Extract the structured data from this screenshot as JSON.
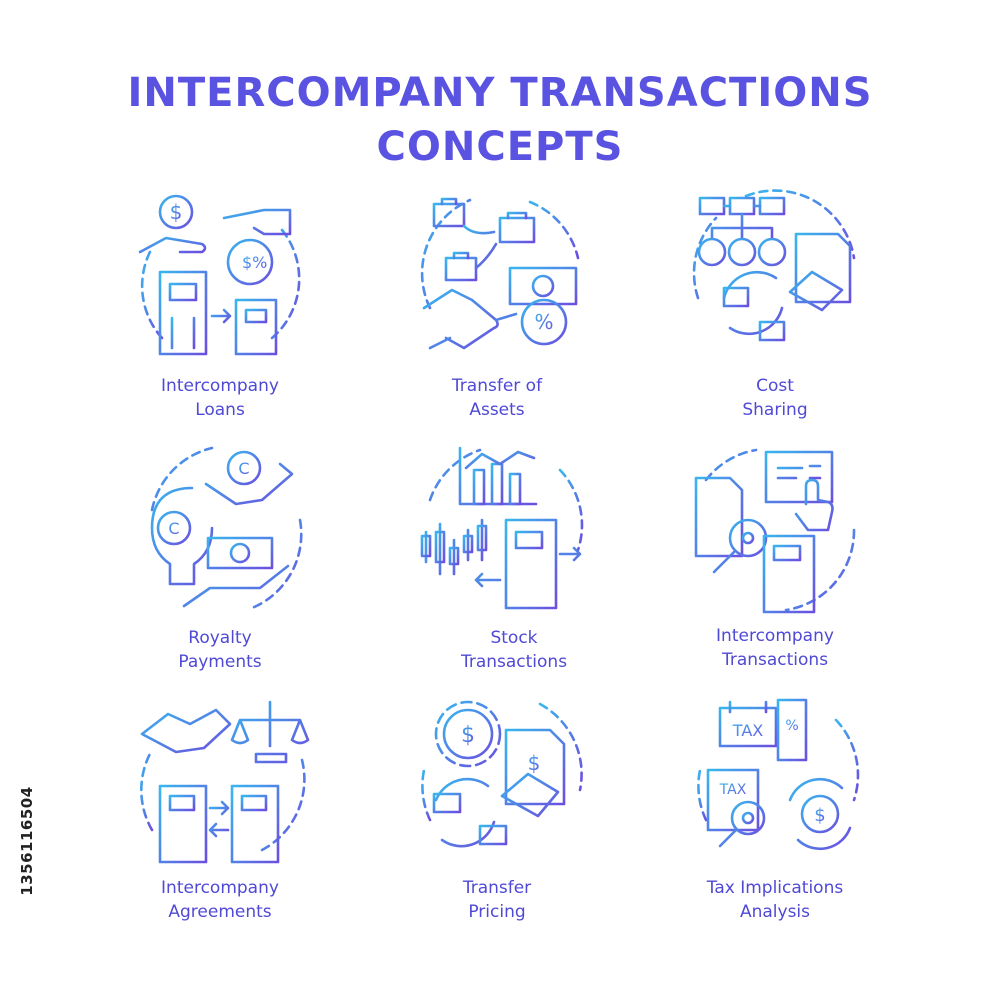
{
  "title": {
    "line1": "INTERCOMPANY TRANSACTIONS",
    "line2": "CONCEPTS"
  },
  "colors": {
    "title": "#5a52e0",
    "label": "#4f49d6",
    "gradient_start": "#38b6ee",
    "gradient_end": "#6b4fe0"
  },
  "items": [
    {
      "icon": "intercompany-loans-icon",
      "line1": "Intercompany",
      "line2": "Loans"
    },
    {
      "icon": "transfer-of-assets-icon",
      "line1": "Transfer of",
      "line2": "Assets"
    },
    {
      "icon": "cost-sharing-icon",
      "line1": "Cost",
      "line2": "Sharing"
    },
    {
      "icon": "royalty-payments-icon",
      "line1": "Royalty",
      "line2": "Payments"
    },
    {
      "icon": "stock-transactions-icon",
      "line1": "Stock",
      "line2": "Transactions"
    },
    {
      "icon": "intercompany-transactions-icon",
      "line1": "Intercompany",
      "line2": "Transactions"
    },
    {
      "icon": "intercompany-agreements-icon",
      "line1": "Intercompany",
      "line2": "Agreements"
    },
    {
      "icon": "transfer-pricing-icon",
      "line1": "Transfer",
      "line2": "Pricing"
    },
    {
      "icon": "tax-implications-analysis-icon",
      "line1": "Tax Implications",
      "line2": "Analysis"
    }
  ],
  "side_id": "1356116504"
}
